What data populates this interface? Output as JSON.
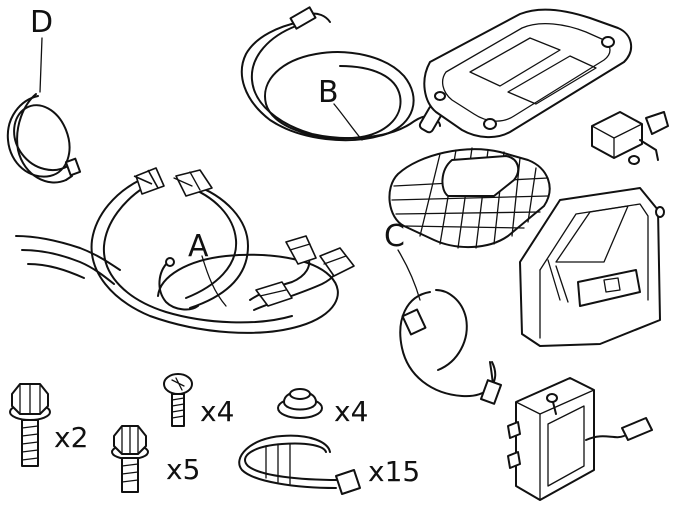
{
  "labels": {
    "a": "A",
    "b": "B",
    "c": "C",
    "d": "D"
  },
  "quantities": {
    "flange_bolt_large": "x2",
    "screw_small": "x4",
    "cap_plug": "x4",
    "flange_bolt_medium": "x5",
    "cable_tie": "x15"
  },
  "colors": {
    "line": "#111111",
    "background": "#ffffff"
  }
}
